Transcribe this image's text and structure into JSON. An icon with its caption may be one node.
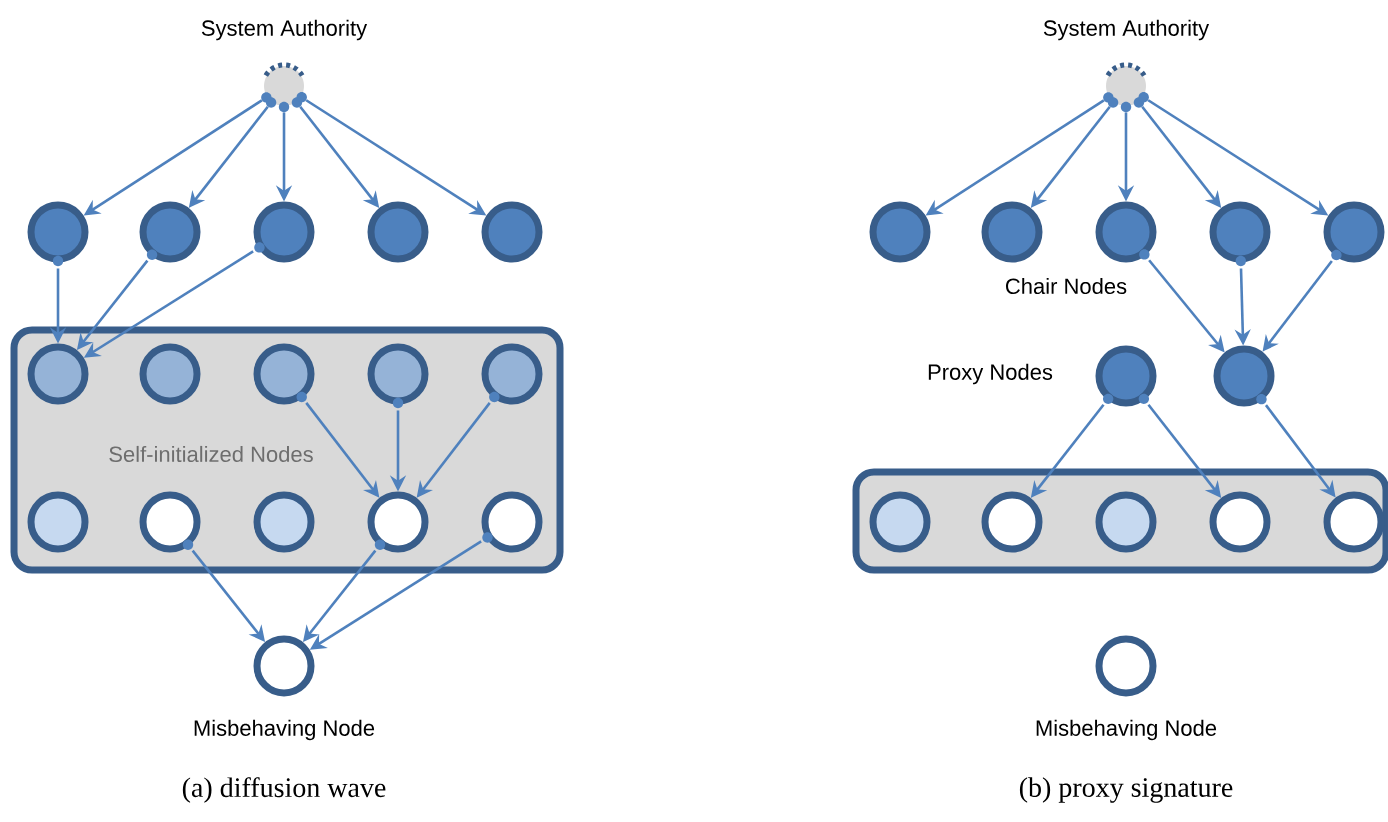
{
  "diagram": {
    "nodes": [
      {
        "text": [
          "System Authority"
        ]
      },
      {
        "text": [],
        "shape": "circle"
      },
      {
        "text": [],
        "shape": "circle"
      },
      {
        "text": [],
        "shape": "circle"
      },
      {
        "text": [],
        "shape": "circle"
      },
      {
        "text": [],
        "shape": "circle"
      },
      {
        "text": [
          "Self-initialized Nodes"
        ]
      },
      {
        "text": [],
        "shape": "circle",
        "in": 6
      },
      {
        "text": [],
        "shape": "circle",
        "in": 6
      },
      {
        "text": [],
        "shape": "circle",
        "in": 6
      },
      {
        "text": [],
        "shape": "circle",
        "in": 6
      },
      {
        "text": [],
        "shape": "circle",
        "in": 6
      },
      {
        "text": [],
        "shape": "circle",
        "in": 6
      },
      {
        "text": [],
        "shape": "circle",
        "in": 6
      },
      {
        "text": [],
        "shape": "circle",
        "in": 6
      },
      {
        "text": [],
        "shape": "circle",
        "in": 6
      },
      {
        "text": [],
        "shape": "circle",
        "in": 6
      },
      {
        "text": [
          "Misbehaving Node"
        ]
      },
      {
        "text": [
          "System Authority"
        ]
      },
      {
        "text": [],
        "shape": "circle"
      },
      {
        "text": [],
        "shape": "circle"
      },
      {
        "text": [],
        "shape": "circle"
      },
      {
        "text": [],
        "shape": "circle"
      },
      {
        "text": [],
        "shape": "circle"
      },
      {
        "text": [],
        "shape": "circle"
      },
      {
        "text": [],
        "shape": "circle"
      },
      {
        "text": [],
        "shape": "box"
      },
      {
        "text": [],
        "shape": "circle",
        "in": 26
      },
      {
        "text": [],
        "shape": "circle",
        "in": 26
      },
      {
        "text": [],
        "shape": "circle",
        "in": 26
      },
      {
        "text": [],
        "shape": "circle",
        "in": 26
      },
      {
        "text": [],
        "shape": "circle",
        "in": 26
      },
      {
        "text": [
          "Misbehaving Node"
        ]
      }
    ],
    "edges": [
      {
        "from": 0,
        "to": 1,
        "arrow": "to"
      },
      {
        "from": 0,
        "to": 2,
        "arrow": "to"
      },
      {
        "from": 0,
        "to": 3,
        "arrow": "to"
      },
      {
        "from": 0,
        "to": 4,
        "arrow": "to"
      },
      {
        "from": 0,
        "to": 5,
        "arrow": "to"
      },
      {
        "from": 1,
        "to": 7,
        "arrow": "to"
      },
      {
        "from": 2,
        "to": 7,
        "arrow": "to"
      },
      {
        "from": 3,
        "to": 7,
        "arrow": "to"
      },
      {
        "from": 9,
        "to": 15,
        "arrow": "to"
      },
      {
        "from": 10,
        "to": 15,
        "arrow": "to"
      },
      {
        "from": 11,
        "to": 15,
        "arrow": "to"
      },
      {
        "from": 13,
        "to": 17,
        "arrow": "to"
      },
      {
        "from": 15,
        "to": 17,
        "arrow": "to"
      },
      {
        "from": 16,
        "to": 17,
        "arrow": "to"
      },
      {
        "from": 18,
        "to": 19,
        "arrow": "to"
      },
      {
        "from": 18,
        "to": 20,
        "arrow": "to"
      },
      {
        "from": 18,
        "to": 21,
        "arrow": "to"
      },
      {
        "from": 18,
        "to": 22,
        "arrow": "to"
      },
      {
        "from": 18,
        "to": 23,
        "arrow": "to"
      },
      {
        "from": 21,
        "to": 25,
        "arrow": "to"
      },
      {
        "from": 22,
        "to": 25,
        "arrow": "to"
      },
      {
        "from": 23,
        "to": 25,
        "arrow": "to"
      },
      {
        "from": 24,
        "to": 28,
        "arrow": "to"
      },
      {
        "from": 24,
        "to": 30,
        "arrow": "to"
      },
      {
        "from": 25,
        "to": 31,
        "arrow": "to"
      }
    ],
    "labels": [
      "Chair Nodes",
      "Proxy Nodes",
      "(a) diffusion wave",
      "(b) proxy signature"
    ]
  }
}
